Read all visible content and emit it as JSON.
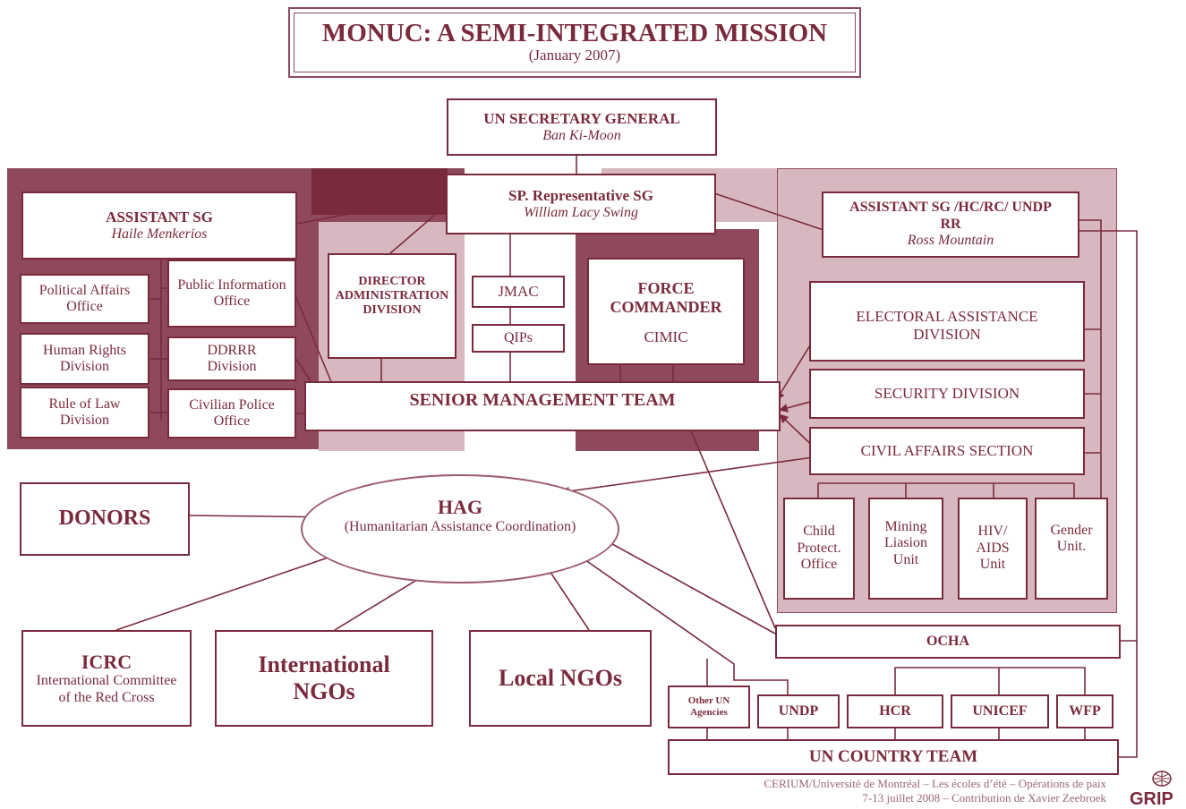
{
  "title": {
    "main": "MONUC: A  SEMI-INTEGRATED MISSION",
    "sub": "(January 2007)"
  },
  "colors": {
    "dark": "#8e4a5c",
    "darker": "#7a2a3d",
    "light": "#d8b8c0",
    "lighter": "#e9d3d8",
    "ink": "#7a2a3d"
  },
  "sg": {
    "title": "UN SECRETARY GENERAL",
    "name": "Ban Ki-Moon"
  },
  "srsg": {
    "title": "SP. Representative SG",
    "name": "William Lacy Swing"
  },
  "asg_left": {
    "title": "ASSISTANT SG",
    "name": "Haile Menkerios"
  },
  "asg_right": {
    "title_line1": "ASSISTANT SG /HC/RC/ UNDP",
    "title_line2": "RR",
    "name": "Ross Mountain"
  },
  "left_units": {
    "political": "Political Affairs Office",
    "public_info": "Public Information Office",
    "human_rights": "Human Rights Division",
    "ddrrr": "DDRRR Division",
    "rule_of_law": "Rule of Law Division",
    "civpol": "Civilian Police Office"
  },
  "director": "DIRECTOR ADMINISTRATION DIVISION",
  "jmac": "JMAC",
  "qips": "QIPs",
  "force": {
    "title": "FORCE COMMANDER",
    "cimic": "CIMIC"
  },
  "smt": "SENIOR MANAGEMENT TEAM",
  "right_units": {
    "electoral": "ELECTORAL ASSISTANCE DIVISION",
    "security": "SECURITY DIVISION",
    "civil_affairs": "CIVIL AFFAIRS SECTION",
    "child": "Child Protect. Office",
    "mining": "Mining Liasion Unit",
    "hiv": "HIV/ AIDS Unit",
    "gender": "Gender Unit."
  },
  "hag": {
    "title": "HAG",
    "sub": "(Humanitarian Assistance Coordination)"
  },
  "donors": "DONORS",
  "icrc": {
    "title": "ICRC",
    "sub": "International Committee of the Red Cross"
  },
  "intl_ngos": "International NGOs",
  "local_ngos": "Local NGOs",
  "ocha": "OCHA",
  "agencies": {
    "other": "Other UN Agencies",
    "undp": "UNDP",
    "hcr": "HCR",
    "unicef": "UNICEF",
    "wfp": "WFP"
  },
  "country_team": "UN COUNTRY TEAM",
  "footer": {
    "line1": "CERIUM/Université de Montréal – Les écoles d’été – Opérations de paix",
    "line2": "7-13 juillet 2008 – Contribution de Xavier Zeebroek",
    "logo": "GRIP"
  }
}
